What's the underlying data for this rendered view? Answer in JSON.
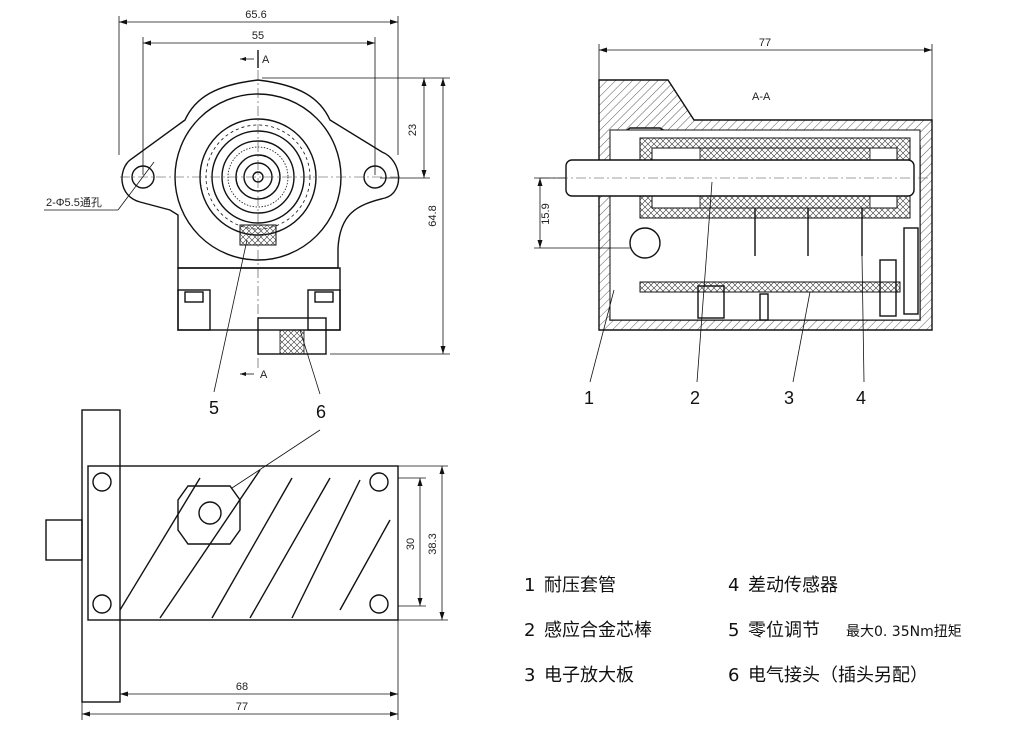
{
  "front_view": {
    "dim_width_outer": "65.6",
    "dim_width_holes": "55",
    "dim_height_total": "64.8",
    "dim_center_top": "23",
    "hole_note": "2-Φ5.5通孔",
    "section_mark_top": "A",
    "section_mark_bottom": "A",
    "callout_5": "5",
    "callout_6": "6"
  },
  "section_view": {
    "title": "A-A",
    "dim_length": "77",
    "dim_shaft_height": "15.9",
    "callout_1": "1",
    "callout_2": "2",
    "callout_3": "3",
    "callout_4": "4"
  },
  "bottom_view": {
    "dim_length_inner": "68",
    "dim_length_outer": "77",
    "dim_height_inner": "30",
    "dim_height_outer": "38.3"
  },
  "legend": {
    "item1_num": "1",
    "item1_text": "耐压套管",
    "item2_num": "2",
    "item2_text": "感应合金芯棒",
    "item3_num": "3",
    "item3_text": "电子放大板",
    "item4_num": "4",
    "item4_text": "差动传感器",
    "item5_num": "5",
    "item5_text": "零位调节",
    "item5_note": "最大0. 35Nm扭矩",
    "item6_num": "6",
    "item6_text": "电气接头（插头另配）"
  },
  "colors": {
    "line": "#111111",
    "background": "#ffffff"
  }
}
